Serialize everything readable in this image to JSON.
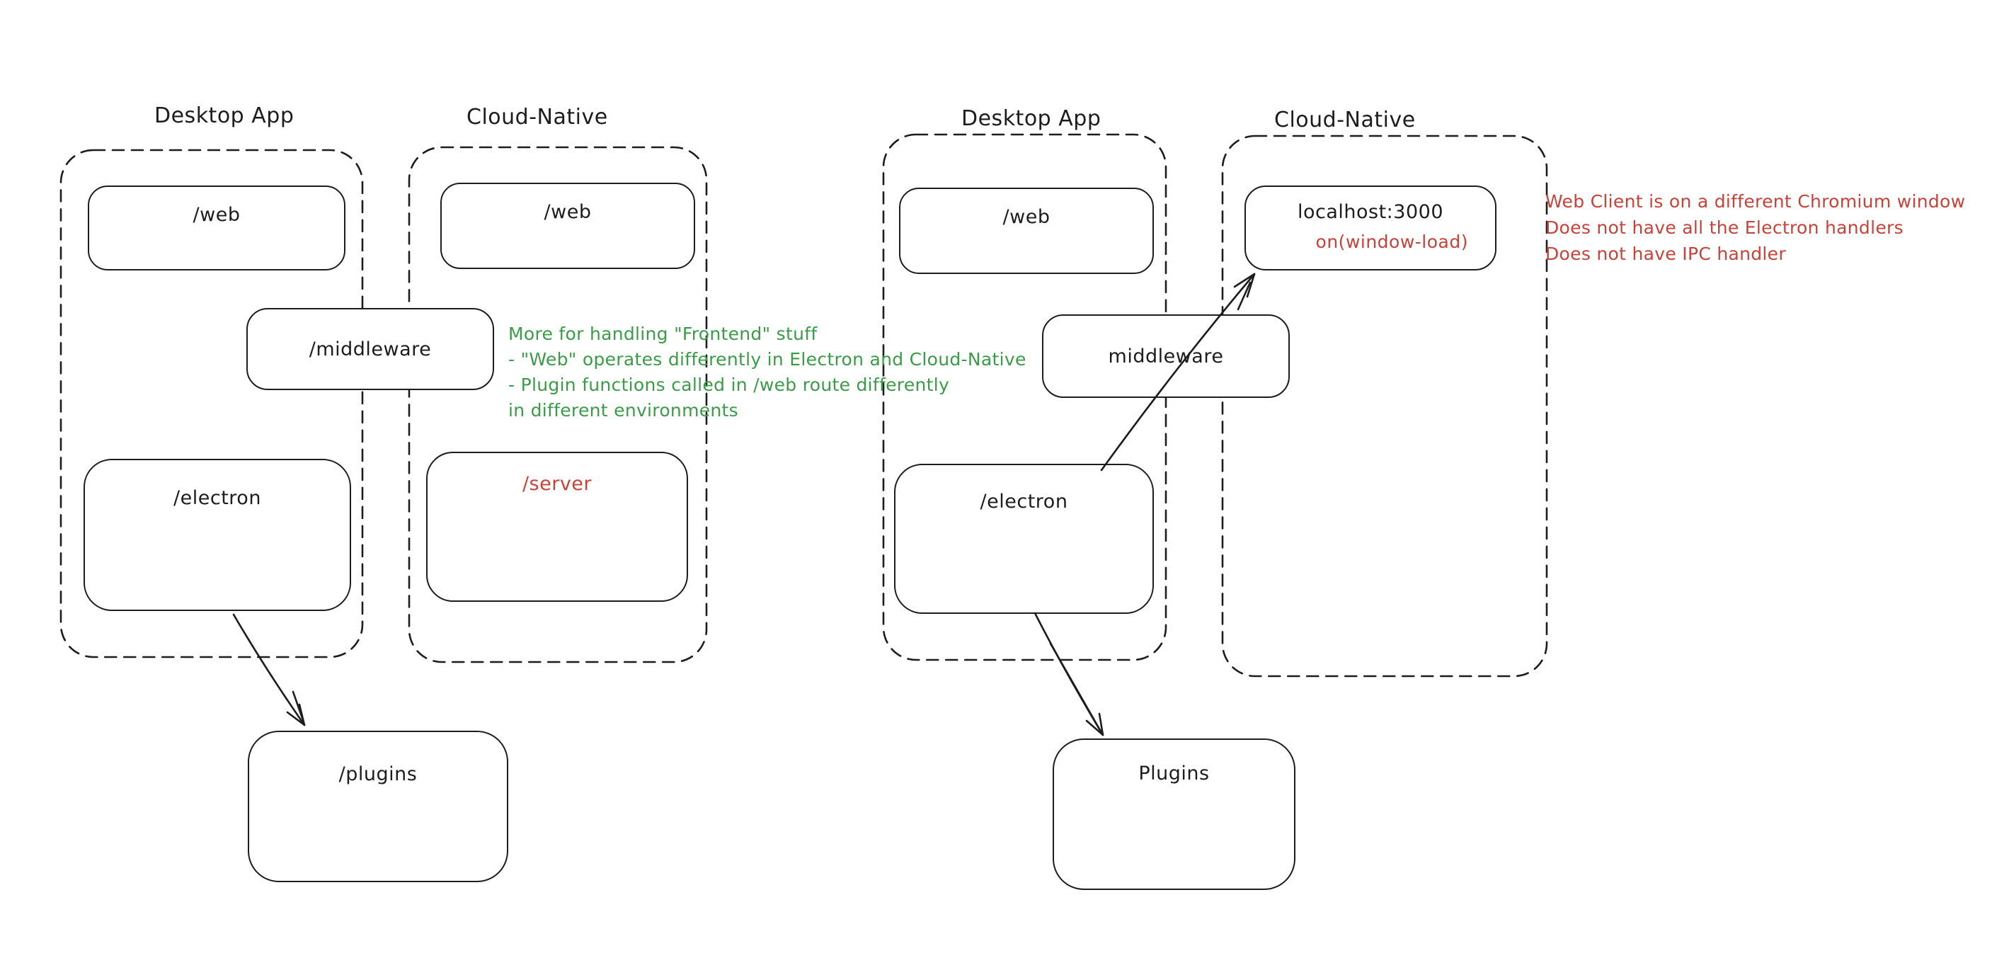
{
  "colors": {
    "ink": "#1d1d1d",
    "green": "#3b9c48",
    "red": "#c9423a",
    "background": "#ffffff"
  },
  "left_diagram": {
    "desktop_label": "Desktop App",
    "cloud_label": "Cloud-Native",
    "boxes": {
      "web_desktop": "/web",
      "web_cloud": "/web",
      "middleware": "/middleware",
      "electron": "/electron",
      "server": "/server",
      "plugins": "/plugins"
    }
  },
  "right_diagram": {
    "desktop_label": "Desktop App",
    "cloud_label": "Cloud-Native",
    "boxes": {
      "web": "/web",
      "localhost": "localhost:3000",
      "on_window_load": "on(window-load)",
      "middleware": "middleware",
      "electron": "/electron",
      "plugins": "Plugins"
    }
  },
  "notes": {
    "green_note": {
      "lines": [
        "More for handling \"Frontend\" stuff",
        "- \"Web\" operates differently in Electron and Cloud-Native",
        "- Plugin functions called in /web route differently",
        "in different environments"
      ]
    },
    "red_note": {
      "lines": [
        "Web Client is on a different Chromium window",
        "Does not have all the Electron handlers",
        "Does not have IPC handler"
      ]
    }
  }
}
